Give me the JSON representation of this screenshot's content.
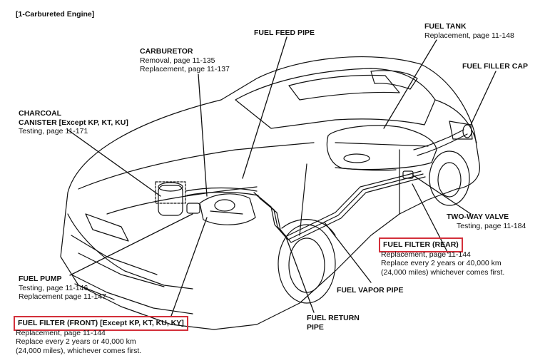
{
  "header": "[1-Carbureted Engine]",
  "colors": {
    "line": "#111111",
    "highlight": "#d32f3a",
    "background": "#ffffff"
  },
  "labels": {
    "fuel_feed_pipe": {
      "title": "FUEL FEED PIPE"
    },
    "fuel_tank": {
      "title": "FUEL TANK",
      "line1": "Replacement, page 11-148"
    },
    "fuel_filler_cap": {
      "title": "FUEL FILLER CAP"
    },
    "carburetor": {
      "title": "CARBURETOR",
      "line1": "Removal, page 11-135",
      "line2": "Replacement, page 11-137"
    },
    "charcoal_canister": {
      "title": "CHARCOAL",
      "title2": "CANISTER [Except KP, KT, KU]",
      "line1": "Testing, page 11-171"
    },
    "two_way_valve": {
      "title": "TWO-WAY VALVE",
      "line1": "Testing, page 11-184"
    },
    "fuel_filter_rear": {
      "title": "FUEL FILTER (REAR)",
      "line1": "Replacement, page 11-144",
      "line2": "Replace every 2 years or 40,000 km",
      "line3": "(24,000 miles) whichever comes first."
    },
    "fuel_pump": {
      "title": "FUEL PUMP",
      "line1": "Testing, page 11-146",
      "line2": "Replacement page 11-147"
    },
    "fuel_vapor_pipe": {
      "title": "FUEL VAPOR PIPE"
    },
    "fuel_return_pipe": {
      "title": "FUEL RETURN",
      "title2": "PIPE"
    },
    "fuel_filter_front": {
      "title": "FUEL FILTER (FRONT) [Except KP, KT, KU, KY]",
      "line1": "Replacement, page 11-144",
      "line2": "Replace every 2 years or 40,000 km",
      "line3": "(24,000 miles), whichever comes first."
    }
  }
}
